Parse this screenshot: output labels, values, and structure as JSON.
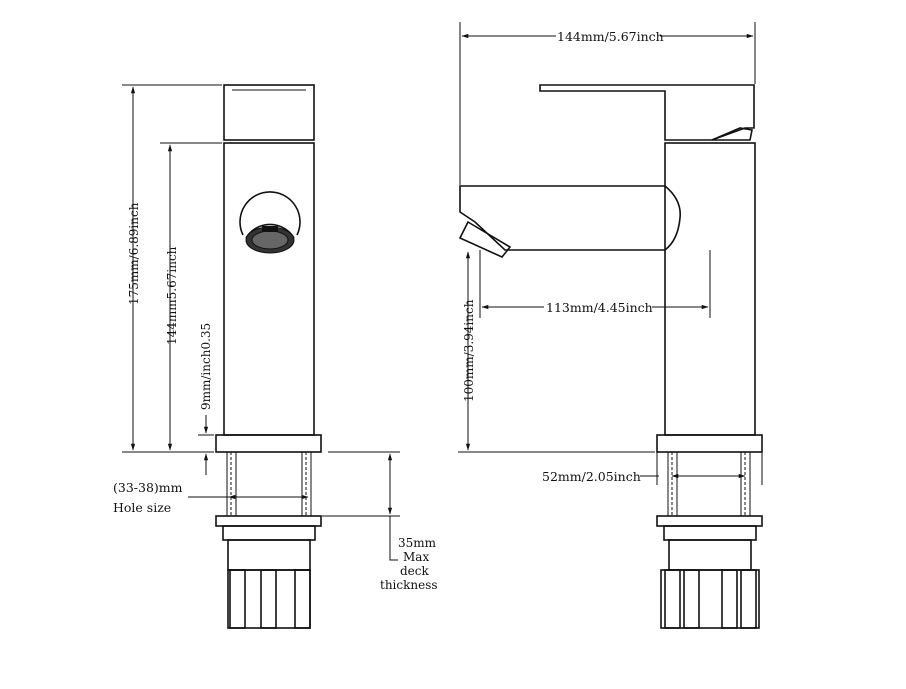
{
  "labels": {
    "total_height": "175mm/6.89inch",
    "body_height": "144mm5.67inch",
    "base_thickness": "9mm/inch0.35",
    "hole_size_range": "(33-38)mm",
    "hole_size_text": "Hole size",
    "deck_value": "35mm",
    "deck_line1": "Max",
    "deck_line2": "deck",
    "deck_line3": "thickness",
    "top_width": "144mm/5.67inch",
    "spout_reach": "113mm/4.45inch",
    "spout_height": "100mm/3.94inch",
    "base_width": "52mm/2.05inch"
  }
}
